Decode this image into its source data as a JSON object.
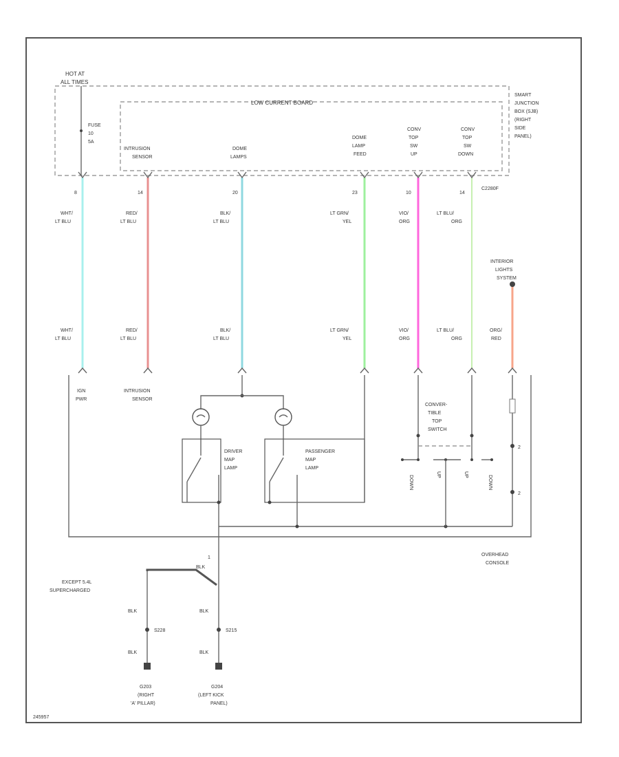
{
  "colors": {
    "wht_lt_blu": "#a8f0ee",
    "red_lt_blu": "#e89090",
    "blk_lt_blu": "#8fd8e0",
    "lt_grn_yel": "#9ef09e",
    "vio_org": "#ff66dd",
    "lt_blu_org": "#c6f0b0",
    "org_red": "#f7a58a"
  },
  "labels": {
    "hot_at": "HOT AT",
    "all_times": "ALL TIMES",
    "fuse": "FUSE",
    "fuse_no": "10",
    "fuse_amp": "5A",
    "low_current_board": "LOW CURRENT BOARD",
    "sjb": [
      "SMART",
      "JUNCTION",
      "BOX (SJB)",
      "(RIGHT",
      "SIDE",
      "PANEL)"
    ],
    "intrusion_sensor_top": [
      "INTRUSION",
      "SENSOR"
    ],
    "dome_lamps": [
      "DOME",
      "LAMPS"
    ],
    "dome_lamp_feed": [
      "DOME",
      "LAMP",
      "FEED"
    ],
    "conv_top_up": [
      "CONV",
      "TOP",
      "SW",
      "UP"
    ],
    "conv_top_down": [
      "CONV",
      "TOP",
      "SW",
      "DOWN"
    ],
    "connector_top": "C2280F",
    "pins_top": [
      "8",
      "14",
      "20",
      "23",
      "10",
      "14"
    ],
    "wire_labels": [
      [
        "WHT/",
        "LT BLU"
      ],
      [
        "RED/",
        "LT BLU"
      ],
      [
        "BLK/",
        "LT BLU"
      ],
      [
        "LT GRN/",
        "YEL"
      ],
      [
        "VIO/",
        "ORG"
      ],
      [
        "LT BLU/",
        "ORG"
      ]
    ],
    "interior_lights": [
      "INTERIOR",
      "LIGHTS",
      "SYSTEM"
    ],
    "wire_labels_bottom": [
      [
        "WHT/",
        "LT BLU"
      ],
      [
        "RED/",
        "LT BLU"
      ],
      [
        "BLK/",
        "LT BLU"
      ],
      [
        "LT GRN/",
        "YEL"
      ],
      [
        "VIO/",
        "ORG"
      ],
      [
        "LT BLU/",
        "ORG"
      ],
      [
        "ORG/",
        "RED"
      ]
    ],
    "ign_pwr": [
      "IGN",
      "PWR"
    ],
    "intrusion_sensor_bottom": [
      "INTRUSION",
      "SENSOR"
    ],
    "driver_map": [
      "DRIVER",
      "MAP",
      "LAMP"
    ],
    "passenger_map": [
      "PASSENGER",
      "MAP",
      "LAMP"
    ],
    "conv_switch": [
      "CONVER-",
      "TIBLE",
      "TOP",
      "SWITCH"
    ],
    "switch_pos": [
      "DOWN",
      "UP",
      "UP",
      "DOWN"
    ],
    "overhead_console": [
      "OVERHEAD",
      "CONSOLE"
    ],
    "except": [
      "EXCEPT 5.4L",
      "SUPERCHARGED"
    ],
    "blk": "BLK",
    "splice_left": "S228",
    "splice_right": "S215",
    "ground_left": [
      "G203",
      "(RIGHT",
      "'A' PILLAR)"
    ],
    "ground_right": [
      "G204",
      "(LEFT KICK",
      "PANEL)"
    ],
    "fig_id": "245957"
  }
}
